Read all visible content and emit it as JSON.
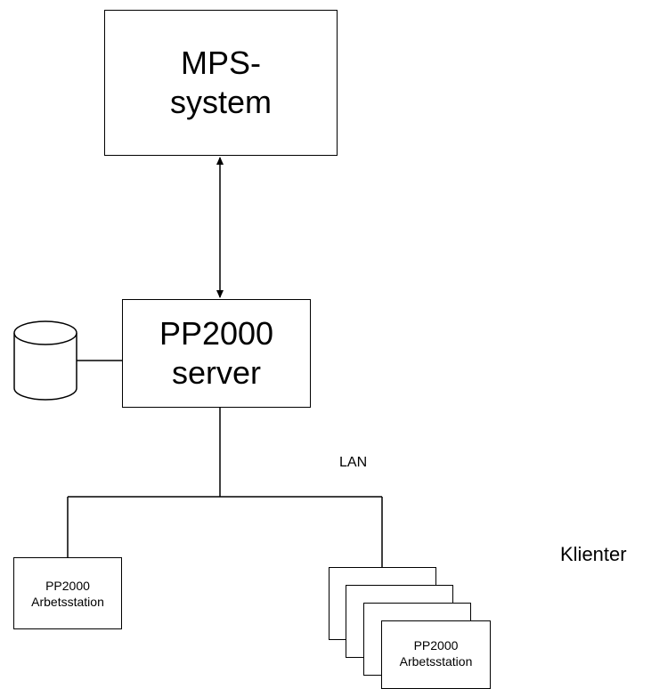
{
  "nodes": {
    "mps": {
      "line1": "MPS-",
      "line2": "system"
    },
    "server": {
      "line1": "PP2000",
      "line2": "server"
    },
    "workstation_left": {
      "line1": "PP2000",
      "line2": "Arbetsstation"
    },
    "workstation_stack": {
      "line1": "PP2000",
      "line2": "Arbetsstation"
    }
  },
  "labels": {
    "lan": "LAN",
    "clients": "Klienter"
  },
  "connections": [
    {
      "from": "mps",
      "to": "server",
      "arrows": "both"
    },
    {
      "from": "server",
      "to": "database",
      "arrows": "none"
    },
    {
      "from": "server",
      "to": "lan",
      "arrows": "none"
    },
    {
      "from": "lan",
      "to": "workstation_left",
      "arrows": "none"
    },
    {
      "from": "lan",
      "to": "workstation_stack",
      "arrows": "none"
    }
  ],
  "icons": {
    "database": "database-cylinder-icon"
  }
}
